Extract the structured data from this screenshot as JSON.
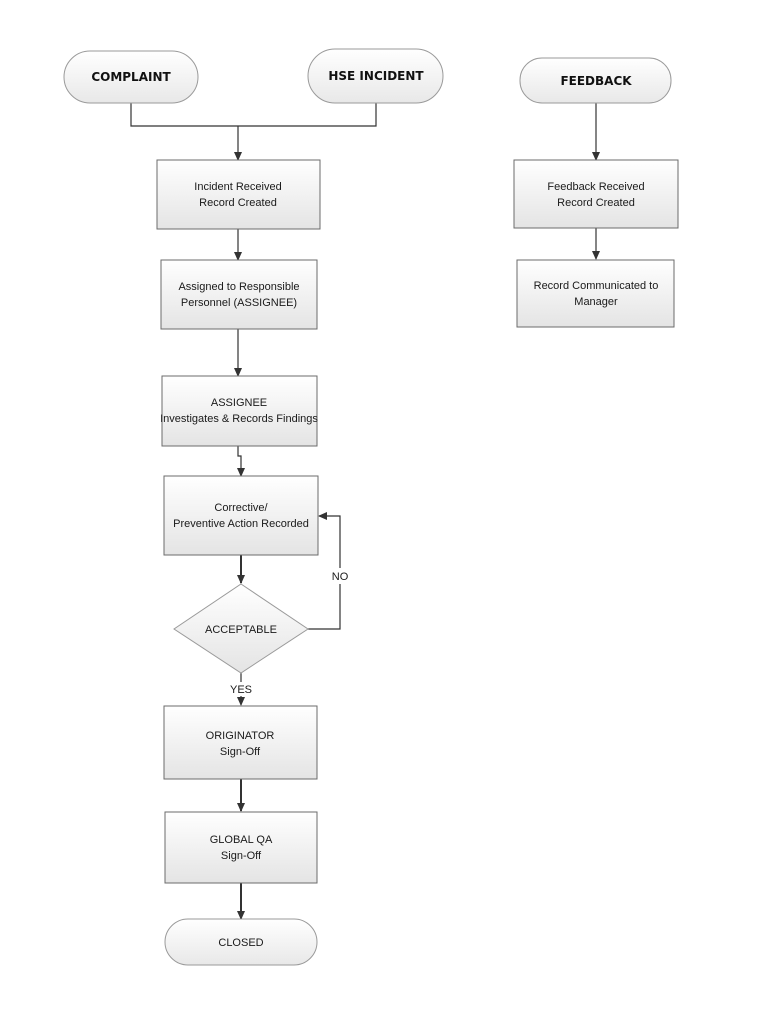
{
  "terminals": {
    "complaint": "COMPLAINT",
    "hse_incident": "HSE INCIDENT",
    "feedback": "FEEDBACK",
    "closed": "CLOSED"
  },
  "process": {
    "incident_received": [
      "Incident Received",
      "Record Created"
    ],
    "assigned": [
      "Assigned to Responsible",
      "Personnel (ASSIGNEE)"
    ],
    "investigates": [
      "ASSIGNEE",
      "Investigates & Records Findings"
    ],
    "corrective": [
      "Corrective/",
      "Preventive Action Recorded"
    ],
    "originator": [
      "ORIGINATOR",
      "Sign-Off"
    ],
    "global_qa": [
      "GLOBAL QA",
      "Sign-Off"
    ],
    "feedback_received": [
      "Feedback Received",
      "Record Created"
    ],
    "communicated": [
      "Record Communicated to",
      "Manager"
    ]
  },
  "decision": {
    "acceptable": "ACCEPTABLE"
  },
  "edge_labels": {
    "no": "NO",
    "yes": "YES"
  }
}
